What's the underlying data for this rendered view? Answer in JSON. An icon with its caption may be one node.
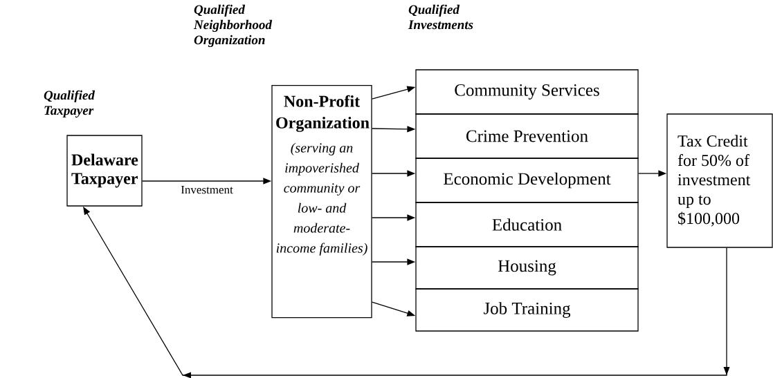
{
  "diagram": {
    "nodes": [
      {
        "text": [
          "Qualified Taxpayer",
          "Delaware Taxpayer"
        ]
      },
      {
        "text": [
          "Qualified Neighborhood Organization",
          "Non-Profit Organization",
          "(serving an impoverished community or low- and moderate-income families)"
        ]
      },
      {
        "text": [
          "Community Services"
        ]
      },
      {
        "text": [
          "Crime Prevention"
        ]
      },
      {
        "text": [
          "Economic Development"
        ]
      },
      {
        "text": [
          "Education"
        ]
      },
      {
        "text": [
          "Housing"
        ]
      },
      {
        "text": [
          "Job Training"
        ]
      },
      {
        "text": [
          "Tax Credit for 50% of investment up to $100,000"
        ]
      }
    ],
    "edges": [
      {
        "from": 0,
        "to": 1,
        "arrow": "to",
        "label": "Investment"
      },
      {
        "from": 1,
        "to": 2,
        "arrow": "to"
      },
      {
        "from": 1,
        "to": 3,
        "arrow": "to"
      },
      {
        "from": 1,
        "to": 4,
        "arrow": "to"
      },
      {
        "from": 1,
        "to": 5,
        "arrow": "to"
      },
      {
        "from": 1,
        "to": 6,
        "arrow": "to"
      },
      {
        "from": 1,
        "to": 7,
        "arrow": "to"
      },
      {
        "from": 4,
        "to": 8,
        "arrow": "to"
      },
      {
        "from": 8,
        "to": 0,
        "arrow": "to"
      }
    ],
    "labels": [
      "Qualified Investments"
    ]
  }
}
